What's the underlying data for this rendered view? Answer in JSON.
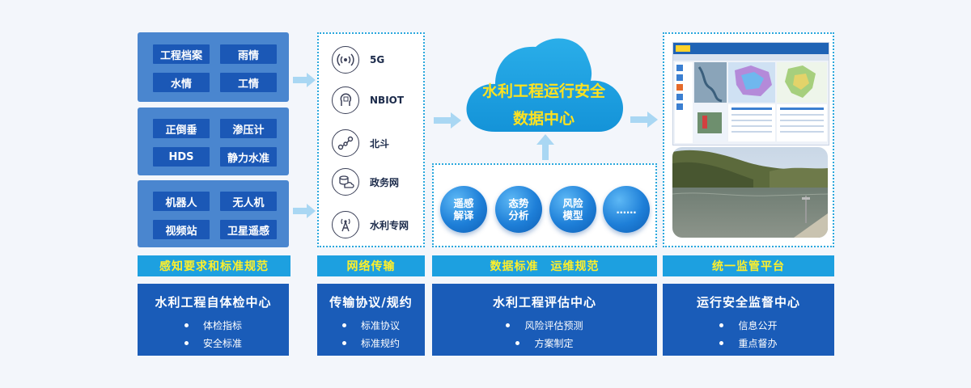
{
  "sensing": {
    "group1": [
      "工程档案",
      "雨情",
      "水情",
      "工情"
    ],
    "group2": [
      "正倒垂",
      "渗压计",
      "HDS",
      "静力水准"
    ],
    "group3": [
      "机器人",
      "无人机",
      "视频站",
      "卫星遥感"
    ]
  },
  "network": {
    "items": [
      {
        "label": "5G",
        "icon": "signal-icon"
      },
      {
        "label": "NBIOT",
        "icon": "chip-head-icon"
      },
      {
        "label": "北斗",
        "icon": "route-icon"
      },
      {
        "label": "政务网",
        "icon": "database-cloud-icon"
      },
      {
        "label": "水利专网",
        "icon": "tower-icon"
      }
    ]
  },
  "cloud": {
    "line1": "水利工程运行安全",
    "line2": "数据中心"
  },
  "analysis": {
    "bubbles": [
      {
        "l1": "遥感",
        "l2": "解译"
      },
      {
        "l1": "态势",
        "l2": "分析"
      },
      {
        "l1": "风险",
        "l2": "模型"
      },
      {
        "l1": "……",
        "l2": ""
      }
    ]
  },
  "banners": {
    "sensing": "感知要求和标准规范",
    "network": "网络传输",
    "data": "数据标准　运维规范",
    "platform": "统一监管平台"
  },
  "info": {
    "box1": {
      "title": "水利工程自体检中心",
      "items": [
        "体检指标",
        "安全标准"
      ]
    },
    "box2": {
      "title": "传输协议/规约",
      "items": [
        "标准协议",
        "标准规约"
      ]
    },
    "box3": {
      "title": "水利工程评估中心",
      "items": [
        "风险评估预测",
        "方案制定"
      ]
    },
    "box4": {
      "title": "运行安全监督中心",
      "items": [
        "信息公开",
        "重点督办"
      ]
    }
  },
  "colors": {
    "accent_blue": "#1a5cb8",
    "banner_blue": "#1da0e0",
    "banner_text": "#ffef2a",
    "cloud_text": "#ffe21f"
  }
}
